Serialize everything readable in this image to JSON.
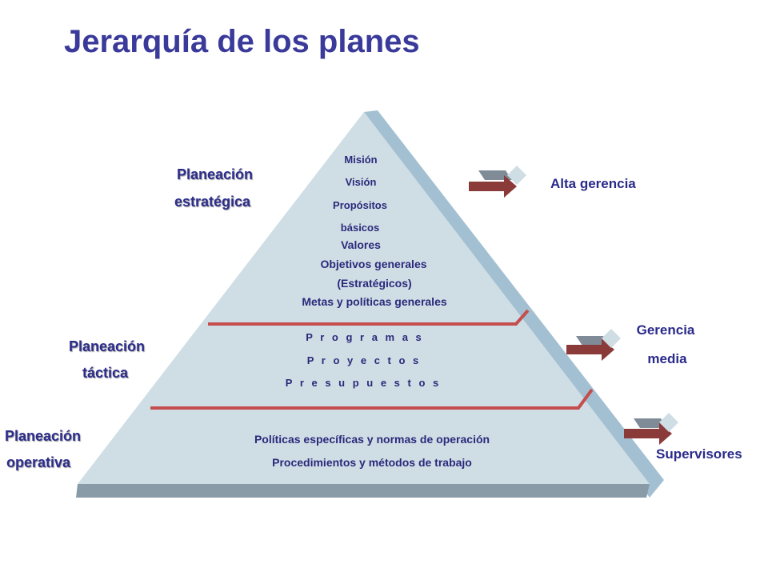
{
  "title": "Jerarquía de los planes",
  "levels": {
    "strategic": {
      "line1": "Planeación",
      "line2": "estratégica"
    },
    "tactical": {
      "line1": "Planeación",
      "line2": "táctica"
    },
    "operative": {
      "line1": "Planeación",
      "line2": "operativa"
    }
  },
  "strategic_items": [
    "Misión",
    "Visión",
    "Propósitos",
    "básicos",
    "Valores",
    "Objetivos generales",
    "(Estratégicos)",
    "Metas y políticas generales"
  ],
  "tactical_items": [
    "P r o g r a m a s",
    "P r o y e c t o s",
    "P r e s u p u e s t o s"
  ],
  "operative_items": [
    "Políticas  específicas y normas de operación",
    "Procedimientos y métodos de trabajo"
  ],
  "management": {
    "top": "Alta gerencia",
    "middle_line1": "Gerencia",
    "middle_line2": "media",
    "supervisors": "Supervisores"
  },
  "colors": {
    "title": "#3a3a9a",
    "pyramid_face": "#cfdde5",
    "pyramid_side": "#a3c0d2",
    "pyramid_base": "#8a9ba8",
    "divider": "#c44e4e",
    "arrow_dark": "#8b3a3a",
    "arrow_grey": "#7f8c98"
  }
}
